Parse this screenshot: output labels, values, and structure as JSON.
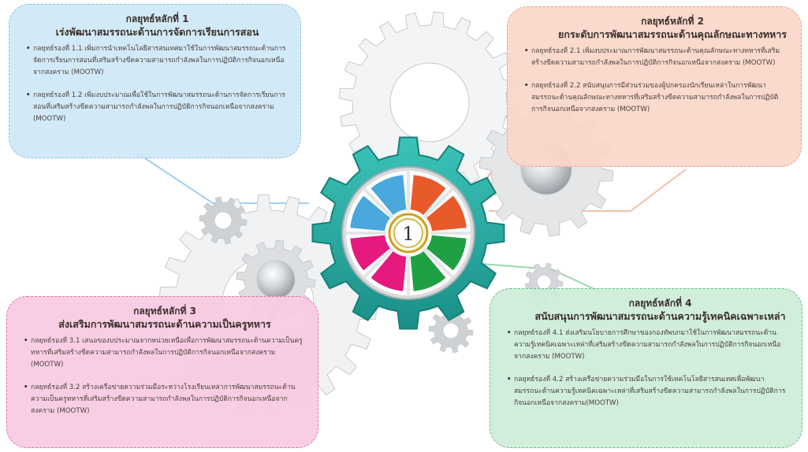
{
  "center": {
    "number": "1"
  },
  "colors": {
    "gear_main": "#26a9a0",
    "blue": "#4aa8dc",
    "orange": "#e95a2b",
    "green": "#1ea043",
    "magenta": "#e5197e",
    "gold": "#c9a227"
  },
  "strategies": [
    {
      "title": "กลยุทธ์หลักที่ 1",
      "subtitle": "เร่งพัฒนาสมรรถนะด้านการจัดการเรียนการสอน",
      "items": [
        "กลยุทธ์รองที่ 1.1 เพิ่มการนำเทคโนโลยีสารสนเทศมาใช้ในการพัฒนาสมรรถนะด้านการจัดการเรียนการสอนที่เสริมสร้างขีดความสามารถกำลังพลในการปฏิบัติการกิจนอกเหนือจากสงคราม (MOOTW)",
        "กลยุทธ์รองที่ 1.2 เพิ่มงบประมาณเพื่อใช้ในการพัฒนาสมรรถนะด้านการจัดการเรียนการสอนที่เสริมสร้างขีดความสามารถกำลังพลในการปฏิบัติการกิจนอกเหนือจากสงคราม (MOOTW)"
      ]
    },
    {
      "title": "กลยุทธ์หลักที่ 2",
      "subtitle": "ยกระดับการพัฒนาสมรรถนะด้านคุณลักษณะทางทหาร",
      "items": [
        "กลยุทธ์รองที่ 2.1 เพิ่มงบประมาณการพัฒนาสมรรถนะด้านคุณลักษณะทางทหารที่เสริมสร้างขีดความสามารถกำลังพลในการปฏิบัติการกิจนอกเหนือจากสงคราม (MOOTW)",
        "กลยุทธ์รองที่ 2.2 สนับสนุนการมีส่วนร่วมของผู้ปกครองนักเรียนเหล่าในการพัฒนาสมรรถนะด้านคุณลักษณะทางทหารที่เสริมสร้างขีดความสามารถกำลังพลในการปฏิบัติการกิจนอกเหนือจากสงคราม (MOOTW)"
      ]
    },
    {
      "title": "กลยุทธ์หลักที่ 3",
      "subtitle": "ส่งเสริมการพัฒนาสมรรถนะด้านความเป็นครูทหาร",
      "items": [
        "กลยุทธ์รองที่ 3.1 เสนอของบประมาณจากหน่วยเหนือเพื่อการพัฒนาสมรรถนะด้านความเป็นครูทหารที่เสริมสร้างขีดความสามารถกำลังพลในการปฏิบัติการกิจนอกเหนือจากสงคราม (MOOTW)",
        "กลยุทธ์รองที่ 3.2 สร้างเครือข่ายความร่วมมือระหว่างโรงเรียนเหล่าการพัฒนาสมรรถนะด้านความเป็นครูทหารที่เสริมสร้างขีดความสามารถกำลังพลในการปฏิบัติการกิจนอกเหนือจากสงคราม (MOOTW)"
      ]
    },
    {
      "title": "กลยุทธ์หลักที่ 4",
      "subtitle": "สนับสนุนการพัฒนาสมรรถนะด้านความรู้เทคนิคเฉพาะเหล่า",
      "items": [
        "กลยุทธ์รองที่ 4.1 ส่งเสริมนโยบายการศึกษาของกองทัพบกมาใช้ในการพัฒนาสมรรถนะด้านความรู้เทคนิคเฉพาะเหล่าที่เสริมสร้างขีดความสามารถกำลังพลในการปฏิบัติการกิจนอกเหนือจากสงคราม (MOOTW)",
        "กลยุทธ์รองที่ 4.2 สร้างเครือข่ายความร่วมมือในการใช้เทคโนโลยีสารสนเทศเพื่อพัฒนาสมรรถนะด้านความรู้เทคนิคเฉพาะเหล่าที่เสริมสร้างขีดความสามารถกำลังพลในการปฏิบัติการกิจนอกเหนือจากสงคราม(MOOTW)"
      ]
    }
  ]
}
